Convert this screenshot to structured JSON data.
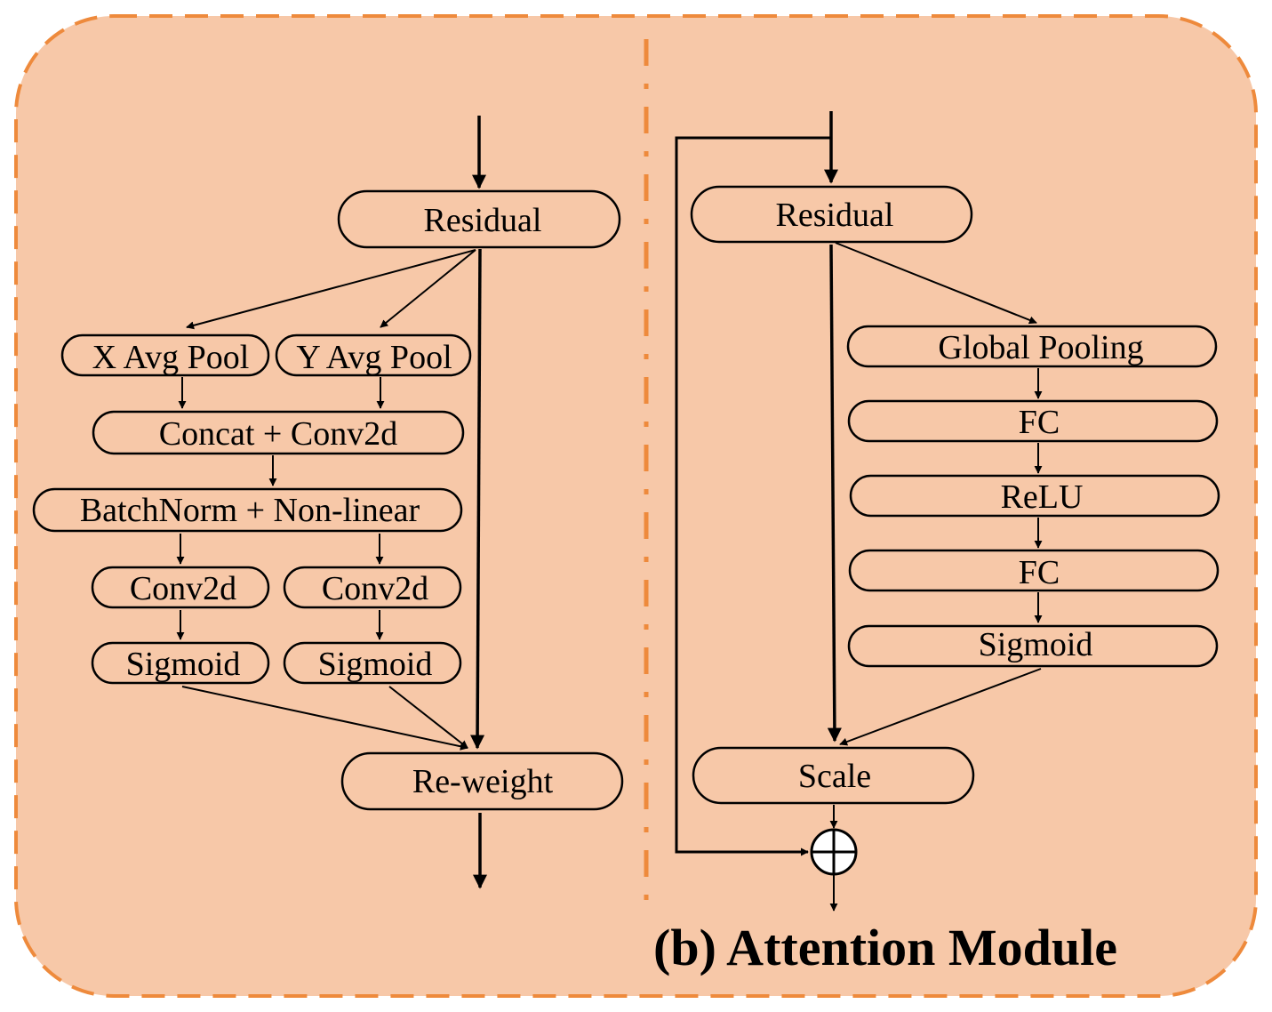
{
  "colors": {
    "background": "#f7c8a8",
    "border": "#ee8a3c",
    "stroke": "#000000"
  },
  "caption": "(b) Attention Module",
  "left_panel": {
    "residual": "Residual",
    "x_avg_pool": "X Avg Pool",
    "y_avg_pool": "Y Avg Pool",
    "concat_conv2d": "Concat + Conv2d",
    "batchnorm_nonlinear": "BatchNorm + Non-linear",
    "conv2d_left": "Conv2d",
    "conv2d_right": "Conv2d",
    "sigmoid_left": "Sigmoid",
    "sigmoid_right": "Sigmoid",
    "reweight": "Re-weight"
  },
  "right_panel": {
    "residual": "Residual",
    "global_pooling": "Global Pooling",
    "fc1": "FC",
    "relu": "ReLU",
    "fc2": "FC",
    "sigmoid": "Sigmoid",
    "scale": "Scale",
    "add_symbol": "sum-circle-icon"
  }
}
